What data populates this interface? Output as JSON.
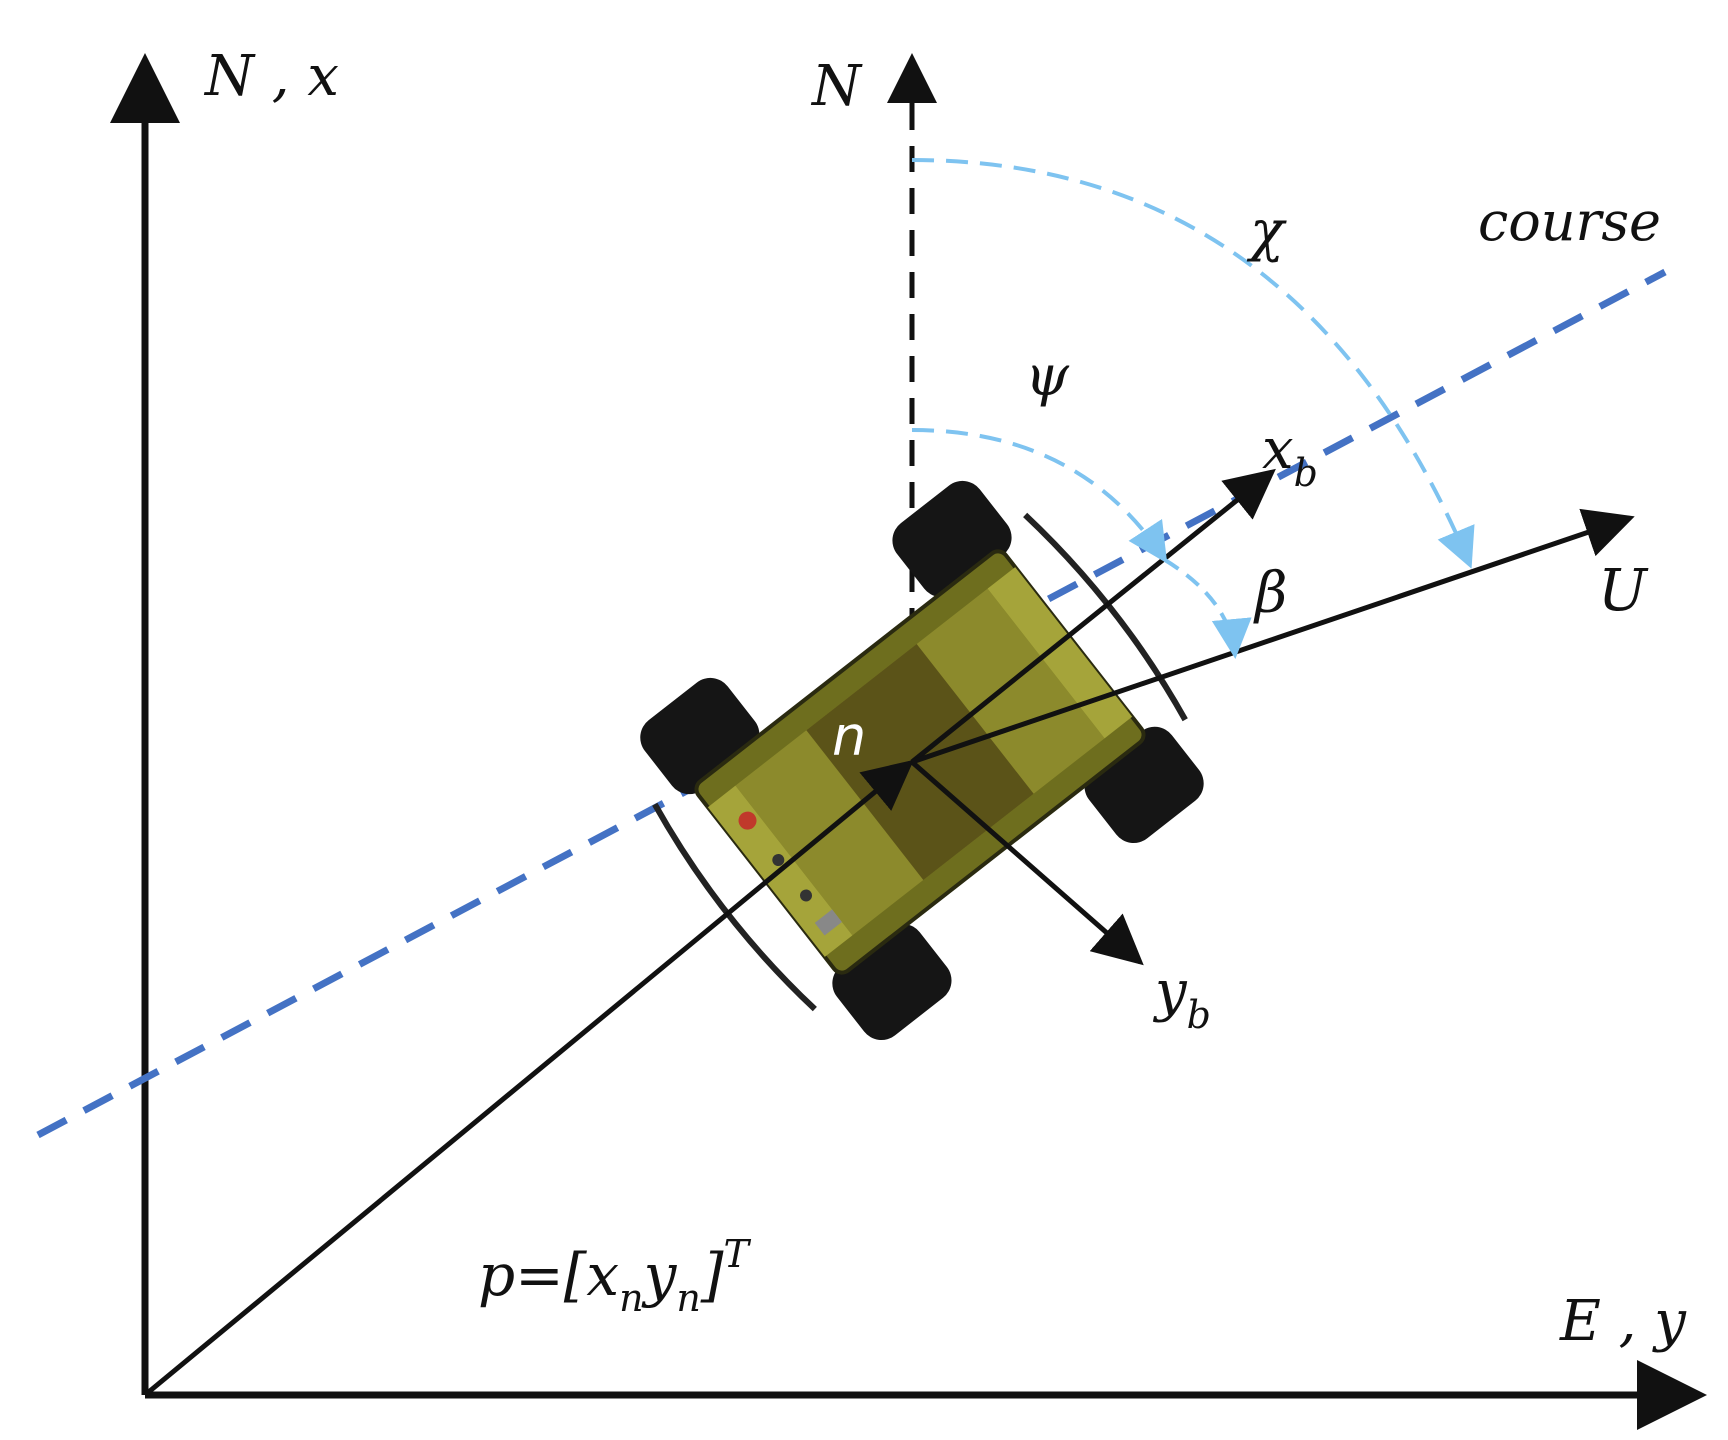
{
  "colors": {
    "axis": "#111111",
    "course": "#4472C4",
    "angle_arc": "#7EC3F0",
    "robot_body": "#8A8A2A",
    "robot_wheel": "#151515"
  },
  "labels": {
    "north_x_axis": "N , x",
    "east_y_axis": "E , y",
    "north_ref": "N",
    "course": "course",
    "chi": "χ",
    "psi": "ψ",
    "beta": "β",
    "x_b": "x",
    "x_b_sub": "b",
    "y_b": "y",
    "y_b_sub": "b",
    "velocity": "U",
    "origin_point": "n",
    "position_p": "p",
    "position_eq": "=[",
    "position_x": "x",
    "position_x_sub": "n",
    "position_y": "y",
    "position_y_sub": "n",
    "position_close": "]",
    "position_T": "T"
  },
  "icons": {
    "robot": "mobile-robot-top-view-icon"
  }
}
